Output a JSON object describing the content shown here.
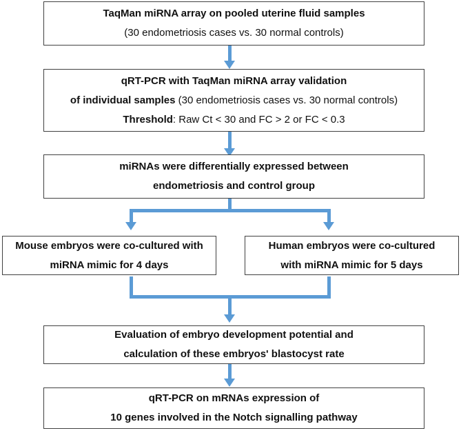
{
  "colors": {
    "arrow_blue": "#5B9BD5",
    "box_border": "#404040",
    "text": "#111111",
    "background": "#ffffff"
  },
  "flowchart": {
    "step1": {
      "line1": "TaqMan miRNA array on pooled uterine fluid samples",
      "line2": "(30 endometriosis cases vs. 30 normal controls)"
    },
    "step2": {
      "line1": "qRT-PCR with TaqMan miRNA array validation",
      "line2_bold": "of individual samples",
      "line2_rest": " (30 endometriosis cases vs. 30 normal controls)",
      "line3_bold": "Threshold",
      "line3_rest": ": Raw Ct < 30 and FC > 2 or FC < 0.3"
    },
    "step3": {
      "line1": "miRNAs were differentially expressed between",
      "line2": "endometriosis and control group"
    },
    "branch_left": {
      "line1": "Mouse embryos were co-cultured with",
      "line2": "miRNA mimic for 4 days"
    },
    "branch_right": {
      "line1": "Human embryos were co-cultured",
      "line2": "with miRNA mimic for 5 days"
    },
    "step5": {
      "line1": "Evaluation of embryo development potential and",
      "line2": "calculation of these embryos' blastocyst rate"
    },
    "step6": {
      "line1": "qRT-PCR on mRNAs expression of",
      "line2": "10 genes involved in the Notch signalling pathway"
    }
  }
}
